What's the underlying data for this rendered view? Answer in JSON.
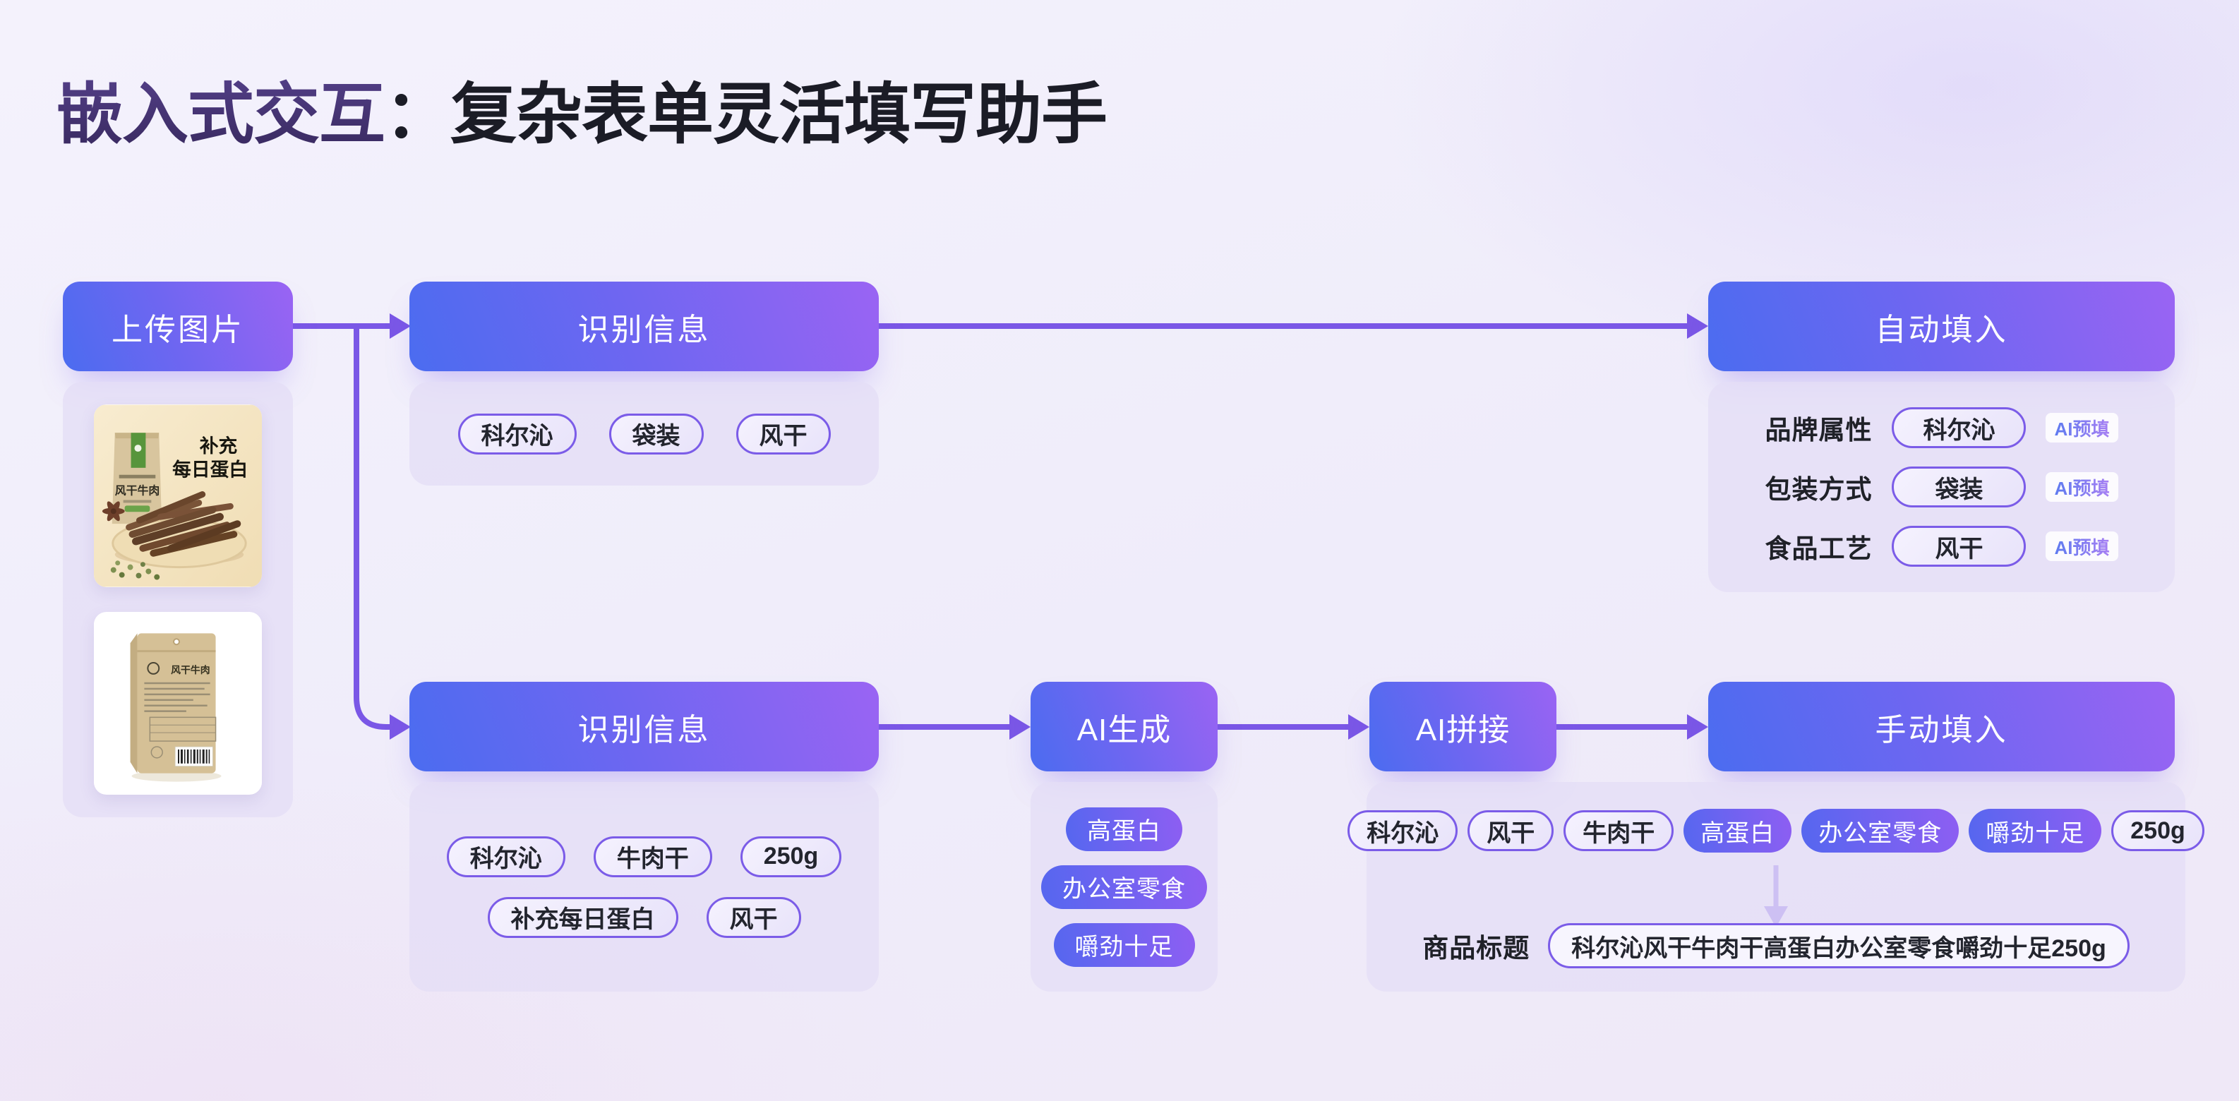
{
  "title": {
    "highlight": "嵌入式交互",
    "colon": "：",
    "rest": "复杂表单灵活填写助手"
  },
  "colors": {
    "accent_purple": "#7A57E6",
    "node_gradient_start": "#4B6CF0",
    "node_gradient_end": "#9A64F3",
    "panel_lavender": "#E4DEF6",
    "title_purple": "#44316C",
    "title_dark": "#1B1C26",
    "badge_text": "#8A70F0"
  },
  "nodes": {
    "upload": "上传图片",
    "recognize_top": "识别信息",
    "autofill": "自动填入",
    "recognize_bottom": "识别信息",
    "ai_generate": "AI生成",
    "ai_splice": "AI拼接",
    "manual": "手动填入"
  },
  "recognize_top_tags": [
    "科尔沁",
    "袋装",
    "风干"
  ],
  "autofill_fields": [
    {
      "label": "品牌属性",
      "value": "科尔沁",
      "badge": "AI预填"
    },
    {
      "label": "包装方式",
      "value": "袋装",
      "badge": "AI预填"
    },
    {
      "label": "食品工艺",
      "value": "风干",
      "badge": "AI预填"
    }
  ],
  "recognize_bottom_tags_row1": [
    "科尔沁",
    "牛肉干",
    "250g"
  ],
  "recognize_bottom_tags_row2": [
    "补充每日蛋白",
    "风干"
  ],
  "ai_generate_tags": [
    "高蛋白",
    "办公室零食",
    "嚼劲十足"
  ],
  "manual_tags": [
    {
      "text": "科尔沁",
      "style": "outline"
    },
    {
      "text": "风干",
      "style": "outline"
    },
    {
      "text": "牛肉干",
      "style": "outline"
    },
    {
      "text": "高蛋白",
      "style": "filled"
    },
    {
      "text": "办公室零食",
      "style": "filled"
    },
    {
      "text": "嚼劲十足",
      "style": "filled"
    },
    {
      "text": "250g",
      "style": "outline"
    }
  ],
  "product_title": {
    "label": "商品标题",
    "value": "科尔沁风干牛肉干高蛋白办公室零食嚼劲十足250g"
  },
  "photos": {
    "front": {
      "headline1": "补充",
      "headline2": "每日蛋白",
      "bag_text": "风干牛肉"
    },
    "back": {
      "bag_text": "风干牛肉"
    }
  }
}
